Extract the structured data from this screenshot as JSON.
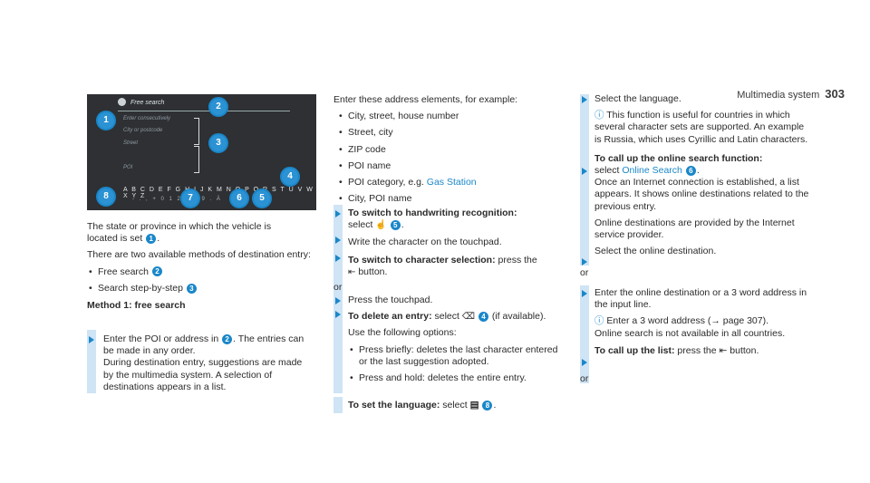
{
  "header": {
    "section": "Multimedia system",
    "page": "303"
  },
  "screenshot": {
    "field_label": "Free search",
    "items": [
      "Enter consecutively",
      "City or postcode",
      "Street",
      "POI"
    ],
    "keyboard_row": "A B C D E F G H I J K  M  N  O P Q R S T U V W X Y Z",
    "keyboard_row2": "- . , + 0 1 2        7 8 9 . Ä",
    "callouts": [
      "1",
      "2",
      "3",
      "4",
      "5",
      "6",
      "7",
      "8"
    ]
  },
  "col1": {
    "p1a": "The state or province in which the vehicle is",
    "p1b": "located is set",
    "p1_num": "1",
    "p2": "There are two available methods of destination entry:",
    "b1": "Free search",
    "b1_num": "2",
    "b2": "Search step-by-step",
    "b2_num": "3",
    "heading": "Method 1: free search",
    "step1a": "Enter the POI or address in",
    "step1_num": "2",
    "step1b": ". The entries can be made in any order.",
    "step1c": "During destination entry, suggestions are made by the multimedia system. A selection of destinations appears in a list."
  },
  "col2": {
    "intro": "Enter these address elements, for example:",
    "bullets": [
      "City, street, house number",
      "Street, city",
      "ZIP code",
      "POI name"
    ],
    "cat_prefix": "POI category, e.g.",
    "cat_link": "Gas Station",
    "bullet_last": "City, POI name",
    "hw_bold": "To switch to handwriting recognition:",
    "hw_text": "select",
    "hw_num": "5",
    "write": "Write the character on the touchpad.",
    "cs_bold": "To switch to character selection:",
    "cs_text": "press the",
    "cs_text2": "button.",
    "or1": "or",
    "press": "Press the touchpad.",
    "del_bold": "To delete an entry:",
    "del_text": "select",
    "del_num": "4",
    "del_text2": "(if available).",
    "use": "Use the following options:",
    "opt1": "Press briefly: deletes the last character entered or the last suggestion adopted.",
    "opt2": "Press and hold: deletes the entire entry.",
    "lang_bold": "To set the language:",
    "lang_text": "select",
    "lang_num": "8"
  },
  "col3": {
    "select_lang": "Select the language.",
    "info1": "This function is useful for countries in which several character sets are supported. An example is Russia, which uses Cyrillic and Latin characters.",
    "online_bold": "To call up the online search function:",
    "online_select": "select",
    "online_link": "Online Search",
    "online_num": "6",
    "online_text": "Once an Internet connection is established, a list appears. It shows online destinations related to the previous entry.",
    "provided": "Online destinations are provided by the Internet service provider.",
    "select_dest": "Select the online destination.",
    "or2": "or",
    "enter_online": "Enter the online destination or a 3 word address in the input line.",
    "info2a": "Enter a 3 word address (→ page 307).",
    "info2b": "Online search is not available in all countries.",
    "list_bold": "To call up the list:",
    "list_text": "press the",
    "list_text2": "button.",
    "or3": "or"
  },
  "colors": {
    "accent": "#1a87c9",
    "bar": "#cfe4f5"
  }
}
